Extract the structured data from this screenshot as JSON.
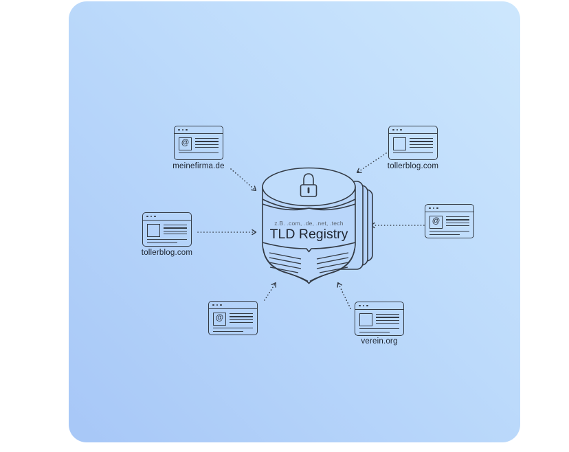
{
  "registry": {
    "subtitle": "z.B. .com, .de, .net, .tech",
    "title": "TLD Registry"
  },
  "browsers": [
    {
      "label": "meinefirma.de",
      "icon": "at"
    },
    {
      "label": "tollerblog.com",
      "icon": "image"
    },
    {
      "label": "tollerblog.com",
      "icon": "image"
    },
    {
      "label": "",
      "icon": "at"
    },
    {
      "label": "",
      "icon": "at"
    },
    {
      "label": "verein.org",
      "icon": "image"
    }
  ],
  "icons": {
    "at_symbol": "@"
  },
  "colors": {
    "stroke": "#333a44",
    "card_gradient_light": "#cde7fd",
    "card_gradient_dark": "#a7c7f7",
    "subtitle_text": "#5a6470",
    "title_text": "#1d232e"
  }
}
